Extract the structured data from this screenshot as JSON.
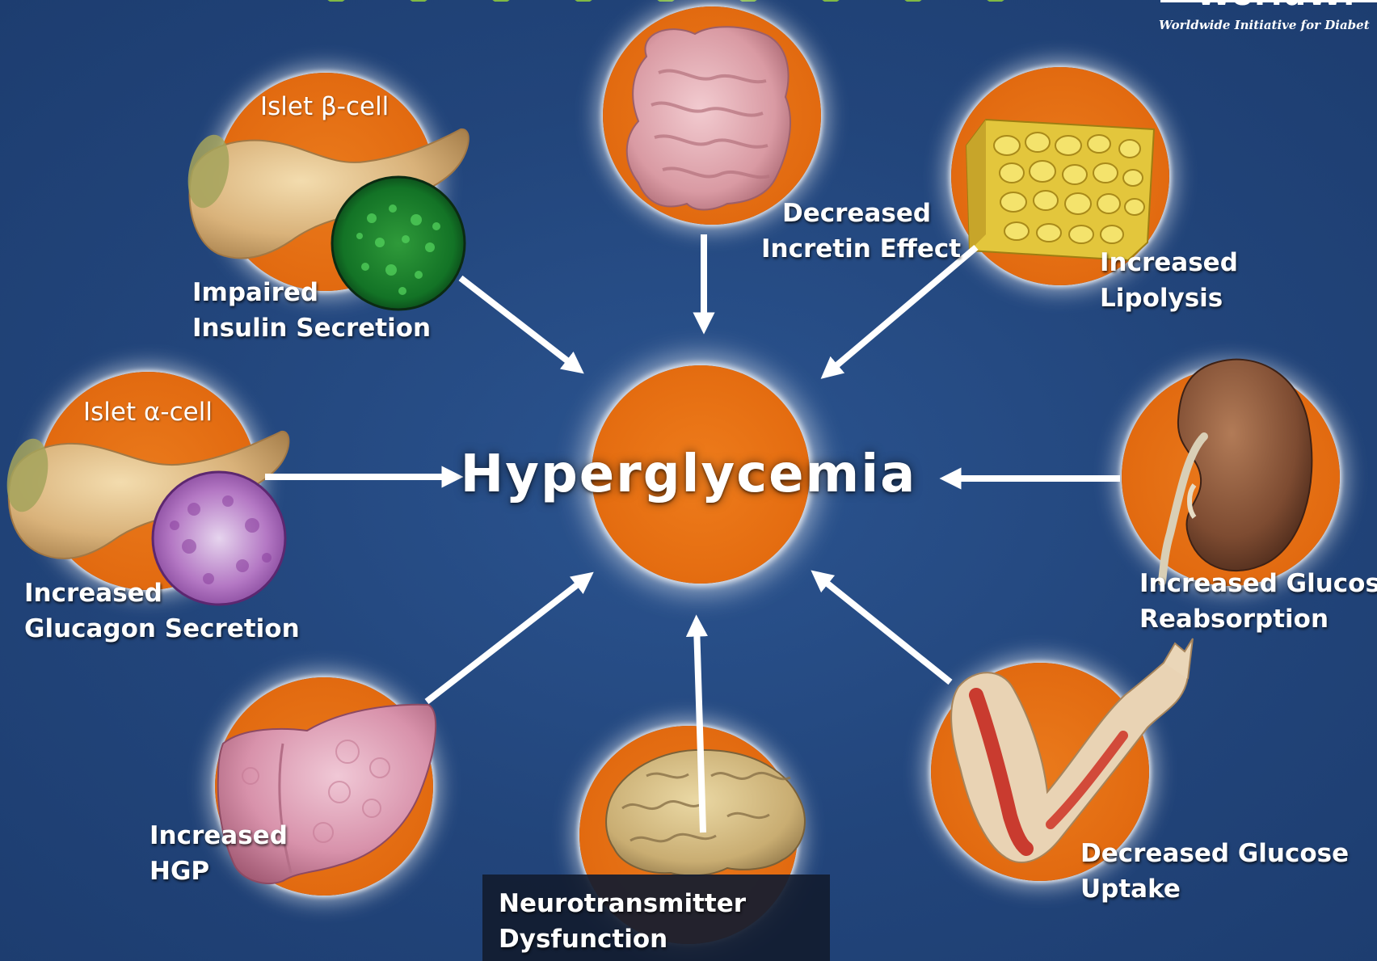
{
  "center": {
    "label": "Hyperglycemia"
  },
  "logo": {
    "tagline": "Worldwide Initiative for Diabet"
  },
  "nodes": [
    {
      "id": "pancreas-beta",
      "organ": "pancreas",
      "sublabel": "Islet β-cell",
      "label_lines": [
        "Impaired",
        "Insulin Secretion"
      ]
    },
    {
      "id": "gut",
      "organ": "intestine",
      "label_lines": [
        "Decreased",
        "Incretin Effect"
      ]
    },
    {
      "id": "fat",
      "organ": "adipose-tissue",
      "label_lines": [
        "Increased",
        "Lipolysis"
      ]
    },
    {
      "id": "pancreas-alpha",
      "organ": "pancreas",
      "sublabel": "Islet α-cell",
      "label_lines": [
        "Increased",
        "Glucagon Secretion"
      ]
    },
    {
      "id": "kidney",
      "organ": "kidney",
      "label_lines": [
        "Increased Glucose",
        "Reabsorption"
      ]
    },
    {
      "id": "liver",
      "organ": "liver",
      "label_lines": [
        "Increased",
        "HGP"
      ]
    },
    {
      "id": "brain",
      "organ": "brain",
      "label_lines": [
        "Neurotransmitter",
        "Dysfunction"
      ]
    },
    {
      "id": "muscle",
      "organ": "muscle",
      "label_lines": [
        "Decreased Glucose",
        "Uptake"
      ]
    }
  ],
  "colors": {
    "background": "#22457b",
    "disc": "#e46c10",
    "arrow": "#ffffff",
    "text": "#ffffff"
  }
}
